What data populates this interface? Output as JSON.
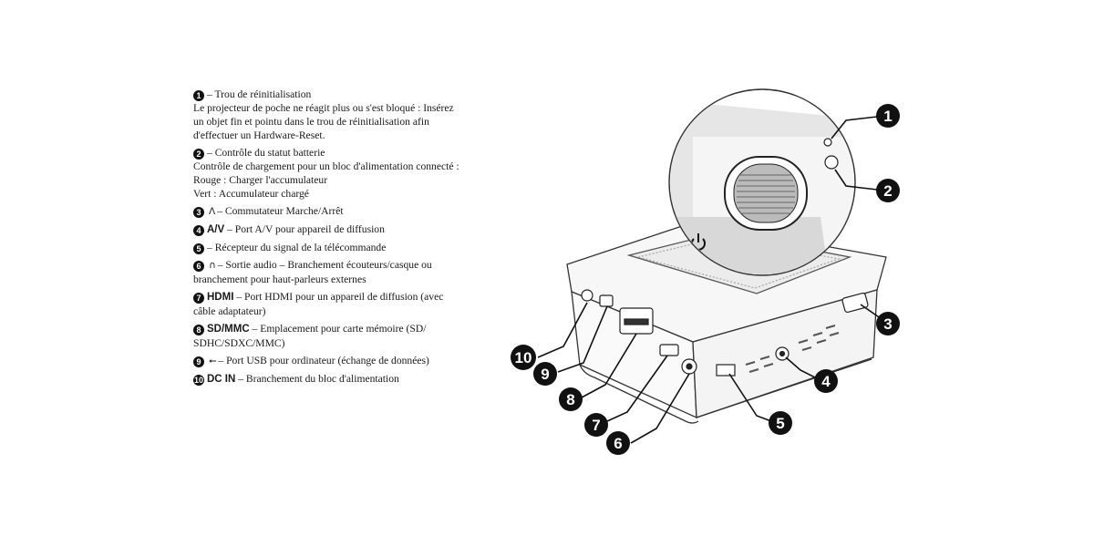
{
  "legend": [
    {
      "num": "1",
      "icon": "",
      "key": "",
      "title": "– Trou de réinitialisation",
      "desc": "Le projecteur de poche ne réagit plus ou s'est bloqué : Insérez un objet fin et pointu dans le trou de réinitialisation afin d'effectuer un Hardware-Reset."
    },
    {
      "num": "2",
      "icon": "",
      "key": "",
      "title": "– Contrôle du statut batterie",
      "desc": "Contrôle de chargement pour un bloc d'alimentation connecté :",
      "line2": "Rouge : Charger l'accumulateur",
      "line3": "Vert : Accumulateur chargé"
    },
    {
      "num": "3",
      "icon": "ⴷ",
      "key": "",
      "title": "– Commutateur Marche/Arrêt"
    },
    {
      "num": "4",
      "icon": "",
      "key": "A/V",
      "title": "– Port A/V pour appareil de diffusion"
    },
    {
      "num": "5",
      "icon": "",
      "key": "",
      "title": "– Récepteur du signal de la télécommande"
    },
    {
      "num": "6",
      "icon": "∩",
      "key": "",
      "title": "– Sortie audio – Branchement écouteurs/casque ou branchement pour haut-parleurs externes"
    },
    {
      "num": "7",
      "icon": "",
      "key": "HDMI",
      "title": "– Port HDMI pour un appareil de diffusion (avec câble adaptateur)"
    },
    {
      "num": "8",
      "icon": "",
      "key": "SD/MMC",
      "title": "– Emplacement pour carte mémoire (SD/ SDHC/SDXC/MMC)"
    },
    {
      "num": "9",
      "icon": "⭠",
      "key": "",
      "title": "– Port USB pour ordinateur (échange de données)"
    },
    {
      "num": "10",
      "icon": "",
      "key": "DC IN",
      "title": "– Branchement du bloc d'alimentation"
    }
  ],
  "callouts": [
    "1",
    "2",
    "3",
    "4",
    "5",
    "6",
    "7",
    "8",
    "9",
    "10"
  ],
  "colors": {
    "ink": "#111111",
    "line": "#333333",
    "panel": "#ececec",
    "shade": "#d4d4d4"
  }
}
